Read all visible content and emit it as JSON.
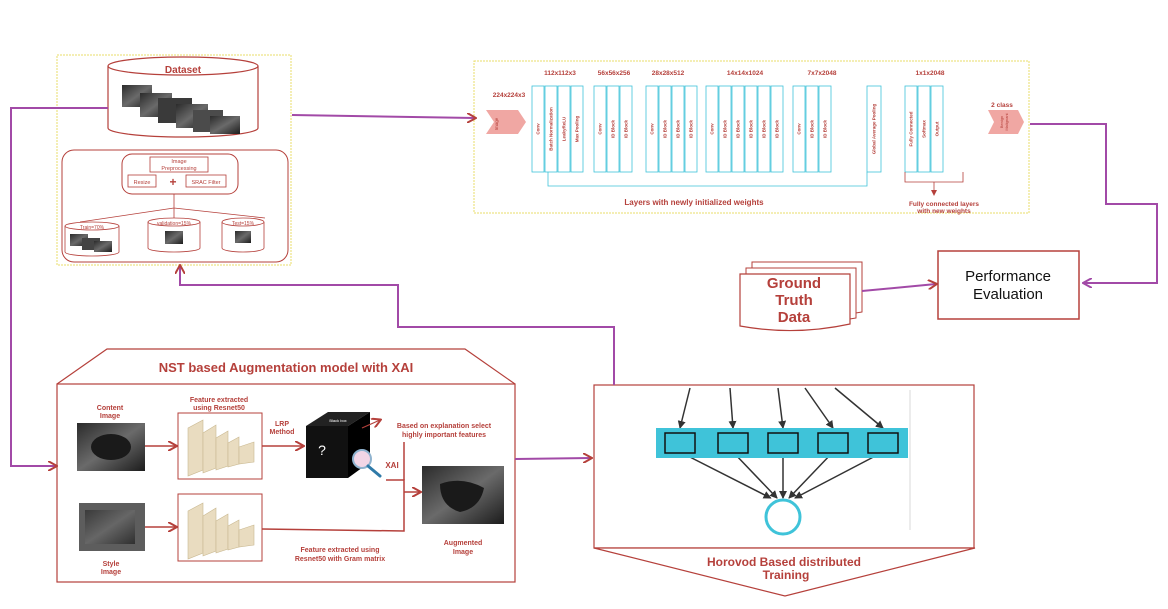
{
  "dataset": {
    "title": "Dataset",
    "preprocessing": [
      "Image",
      "Preprocessing"
    ],
    "resize": "Resize",
    "plus": "+",
    "filter": "SRAC Filter",
    "train": "Train=70%",
    "validation": "validation=15%",
    "test": "Test=15%"
  },
  "network": {
    "dims": [
      "224x224x3",
      "112x112x3",
      "56x56x256",
      "28x28x512",
      "14x14x1024",
      "7x7x2048",
      "1x1x2048",
      "2 class"
    ],
    "input_label": "Image",
    "layers": [
      "Conv",
      "Batch Normalization",
      "LeakyReLU",
      "Max Pooling",
      "Conv",
      "ID Block",
      "ID Block",
      "Conv",
      "ID Block",
      "ID Block",
      "ID Block",
      "Conv",
      "ID Block",
      "ID Block",
      "ID Block",
      "ID Block",
      "ID Block",
      "Conv",
      "ID Block",
      "ID Block",
      "Global Average Pooling",
      "Fully Connected",
      "Softmax",
      "Output"
    ],
    "output_label": [
      "Benign",
      "Malignant"
    ],
    "new_weights_label": "Layers with newly initialized weights",
    "fc_label": [
      "Fully connected layers",
      "with new weights"
    ]
  },
  "ground_truth": [
    "Ground",
    "Truth",
    "Data"
  ],
  "performance": [
    "Performance",
    "Evaluation"
  ],
  "nst": {
    "title": "NST based Augmentation model with XAI",
    "content_image": [
      "Content",
      "Image"
    ],
    "feature_resnet": [
      "Feature extracted",
      "using Resnet50"
    ],
    "lrp": [
      "LRP",
      "Method"
    ],
    "black_box": "Black box",
    "question": "?",
    "explanation": [
      "Based on explanation select",
      "highly important features"
    ],
    "xai": "XAI",
    "augmented": [
      "Augmented",
      "Image"
    ],
    "style_image": [
      "Style",
      "Image"
    ],
    "feature_gram": [
      "Feature extracted using",
      "Resnet50 with Gram matrix"
    ]
  },
  "horovod": [
    "Horovod Based distributed",
    "Training"
  ],
  "colors": {
    "red": "#b5403b",
    "purple": "#a24aa7",
    "cyan": "#3fc3d9",
    "yellow": "#f2e25a",
    "tan": "#e9dcc0"
  }
}
